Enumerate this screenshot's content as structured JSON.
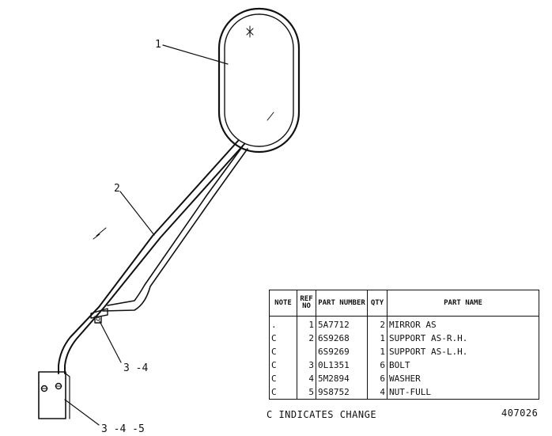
{
  "callouts": {
    "mirror": "1",
    "support": "2",
    "lower_bracket": "3 -4",
    "base_bracket": "3 -4 -5"
  },
  "table": {
    "headers": {
      "note": "NOTE",
      "ref_no": "REF NO",
      "part_number": "PART NUMBER",
      "qty": "QTY",
      "part_name": "PART NAME"
    },
    "rows": [
      {
        "note": ".",
        "ref": "1",
        "part_number": "5A7712",
        "qty": "2",
        "part_name": "MIRROR AS"
      },
      {
        "note": "C",
        "ref": "2",
        "part_number": "6S9268",
        "qty": "1",
        "part_name": "SUPPORT AS-R.H."
      },
      {
        "note": "C",
        "ref": "",
        "part_number": "6S9269",
        "qty": "1",
        "part_name": "SUPPORT AS-L.H."
      },
      {
        "note": "C",
        "ref": "3",
        "part_number": "0L1351",
        "qty": "6",
        "part_name": "BOLT"
      },
      {
        "note": "C",
        "ref": "4",
        "part_number": "5M2894",
        "qty": "6",
        "part_name": "WASHER"
      },
      {
        "note": "C",
        "ref": "5",
        "part_number": "9S8752",
        "qty": "4",
        "part_name": "NUT-FULL"
      }
    ]
  },
  "footer": {
    "change_note": "C INDICATES CHANGE",
    "drawing_number": "407026"
  }
}
